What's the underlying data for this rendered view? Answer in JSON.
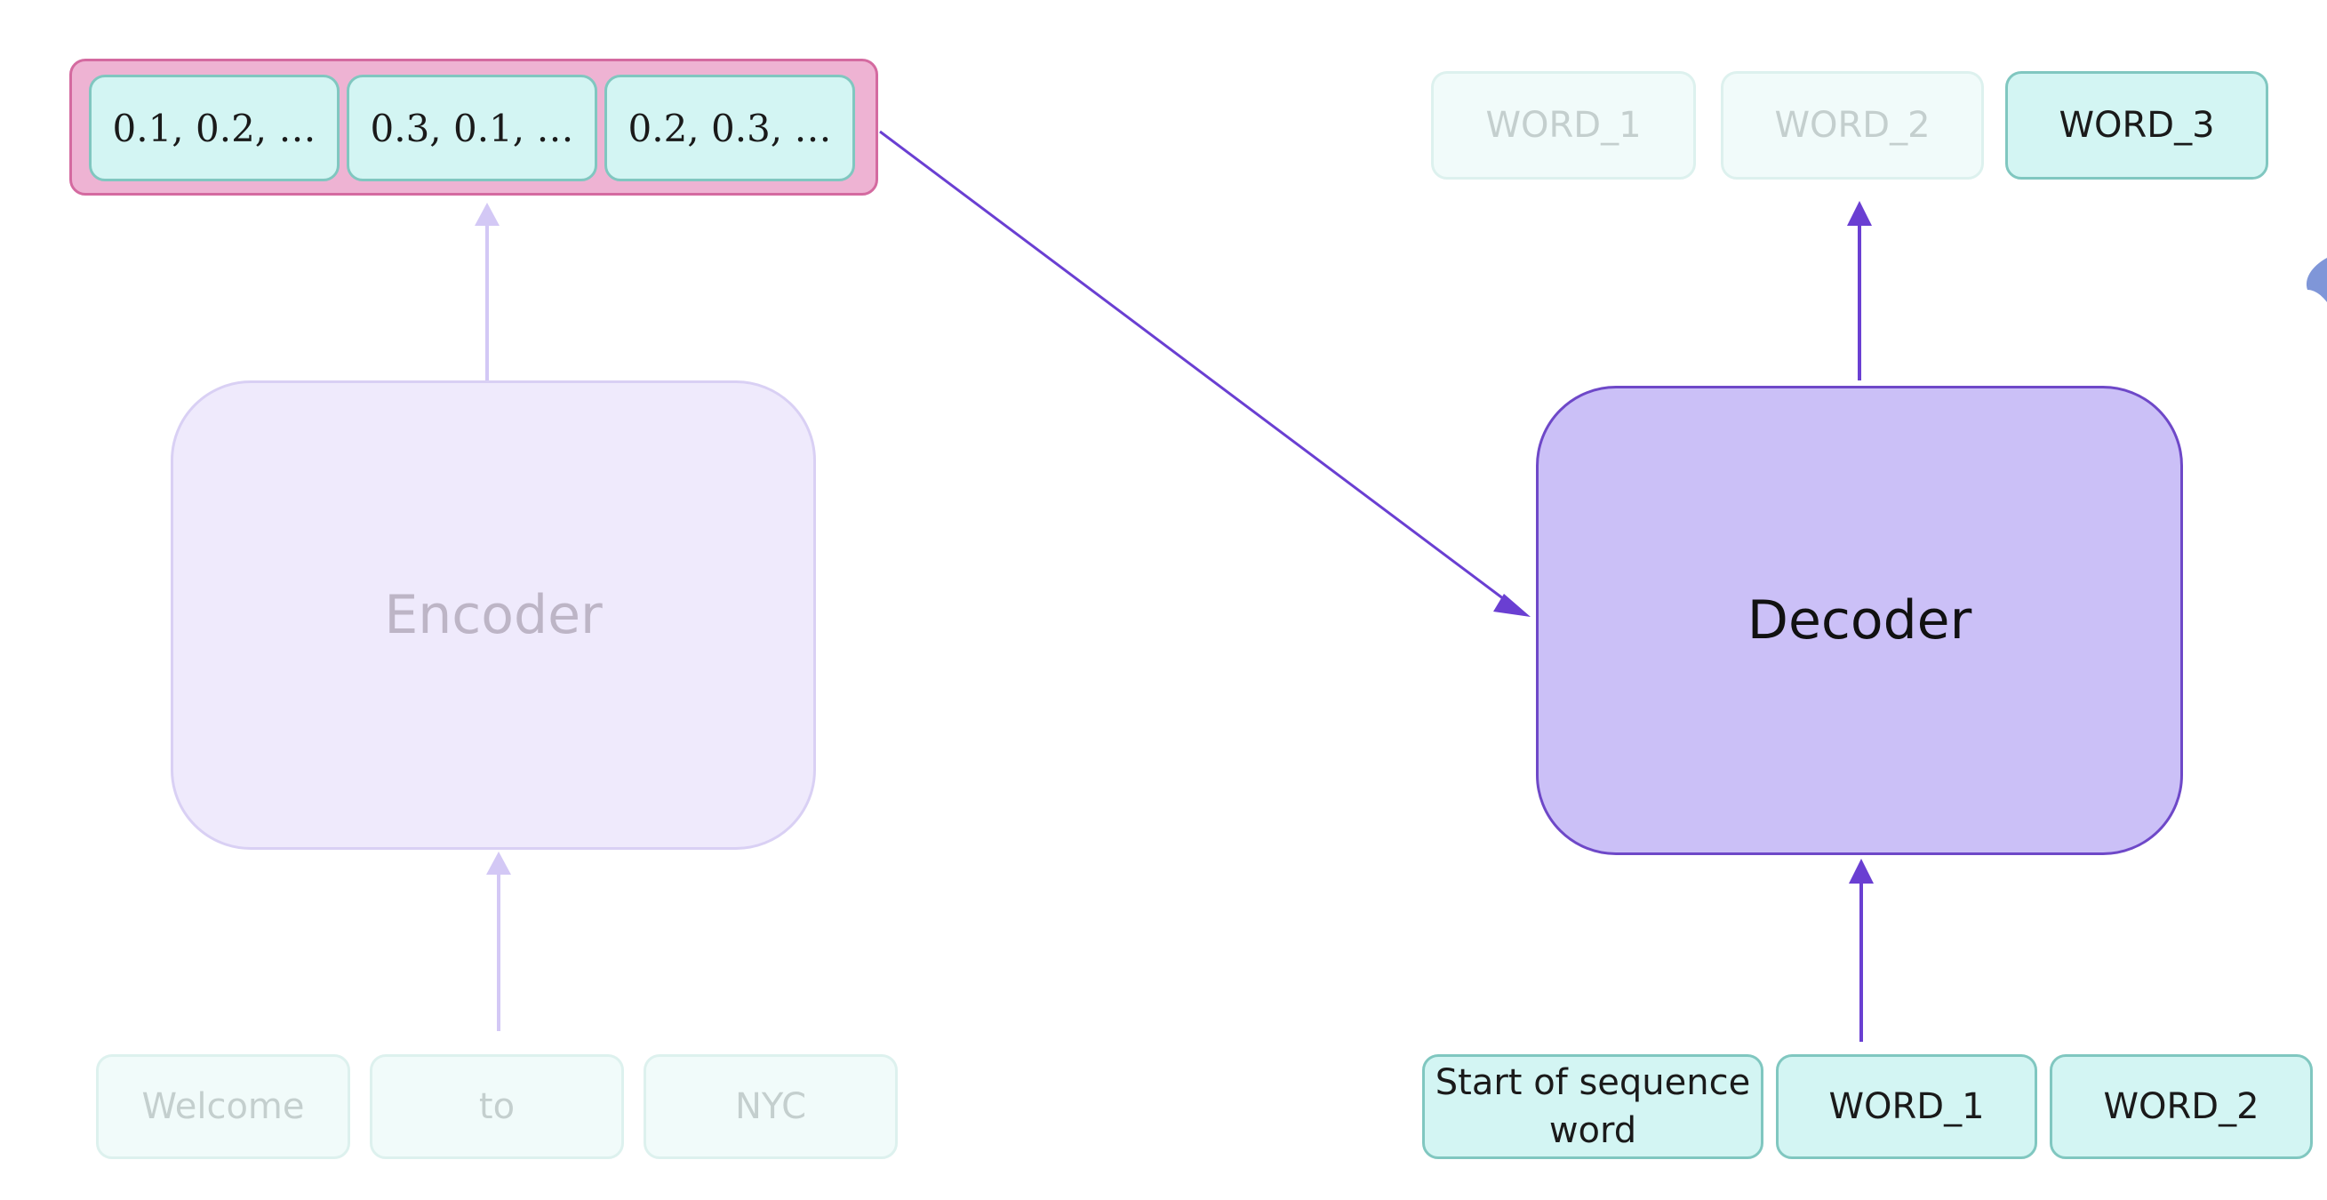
{
  "embeddings": [
    {
      "label": "0.1, 0.2, …"
    },
    {
      "label": "0.3, 0.1, …"
    },
    {
      "label": "0.2, 0.3, …"
    }
  ],
  "encoder": {
    "label": "Encoder"
  },
  "decoder": {
    "label": "Decoder"
  },
  "encoder_inputs": [
    {
      "label": "Welcome"
    },
    {
      "label": "to"
    },
    {
      "label": "NYC"
    }
  ],
  "decoder_inputs": [
    {
      "label": "Start of sequence word"
    },
    {
      "label": "WORD_1"
    },
    {
      "label": "WORD_2"
    }
  ],
  "decoder_outputs": [
    {
      "label": "WORD_1",
      "state": "faded"
    },
    {
      "label": "WORD_2",
      "state": "faded"
    },
    {
      "label": "WORD_3",
      "state": "active"
    }
  ],
  "colors": {
    "active_arrow": "#6a3fd2",
    "faded_arrow": "#d3c8f5",
    "embedding_border": "#d46aa0",
    "token_fill": "#d3f5f3",
    "decoder_fill": "#cbc0f7",
    "encoder_fill": "#efeafc"
  }
}
